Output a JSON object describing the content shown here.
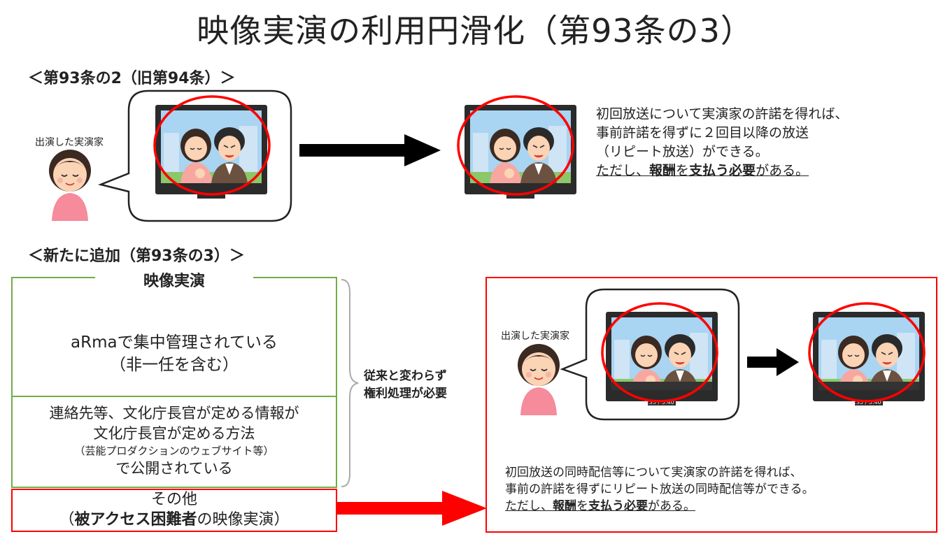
{
  "title": "映像実演の利用円滑化（第93条の3）",
  "section1": {
    "heading": "＜第93条の2（旧第94条）＞",
    "performer_label": "出演した実演家",
    "description": {
      "line1": "初回放送について実演家の許諾を得れば、",
      "line2": "事前許諾を得ずに２回目以降の放送",
      "line3": "（リピート放送）ができる。",
      "line4_prefix": "ただし、",
      "line4_bold1": "報酬",
      "line4_mid": "を",
      "line4_bold2": "支払う必要",
      "line4_suffix": "がある。"
    }
  },
  "section2": {
    "heading": "＜新たに追加（第93条の3）＞",
    "box_title": "映像実演",
    "managed_line1": "aRmaで集中管理されている",
    "managed_line2": "（非一任を含む）",
    "public_line1": "連絡先等、文化庁長官が定める情報が",
    "public_line2": "文化庁長官が定める方法",
    "public_line3": "（芸能プロダクションのウェブサイト等）",
    "public_line4": "で公開されている",
    "other_line1": "その他",
    "other_open": "（",
    "other_bold": "被アクセス困難者",
    "other_close": "の映像実演）",
    "brace_label_line1": "従来と変わらず",
    "brace_label_line2": "権利処理が必要",
    "performer_label": "出演した実演家",
    "player_time": "1:35 / 3:40",
    "description": {
      "line1": "初回放送の同時配信等について実演家の許諾を得れば、",
      "line2": "事前の許諾を得ずにリピート放送の同時配信等ができる。",
      "line3_prefix": "ただし、",
      "line3_bold1": "報酬",
      "line3_mid": "を",
      "line3_bold2": "支払う必要",
      "line3_suffix": "がある。"
    }
  },
  "colors": {
    "green": "#70ad47",
    "red": "#ff0000",
    "tv_frame": "#2b2b2b",
    "sky": "#a9d4f2",
    "skin": "#fbd3b5",
    "pink_shirt": "#f58b9b"
  }
}
